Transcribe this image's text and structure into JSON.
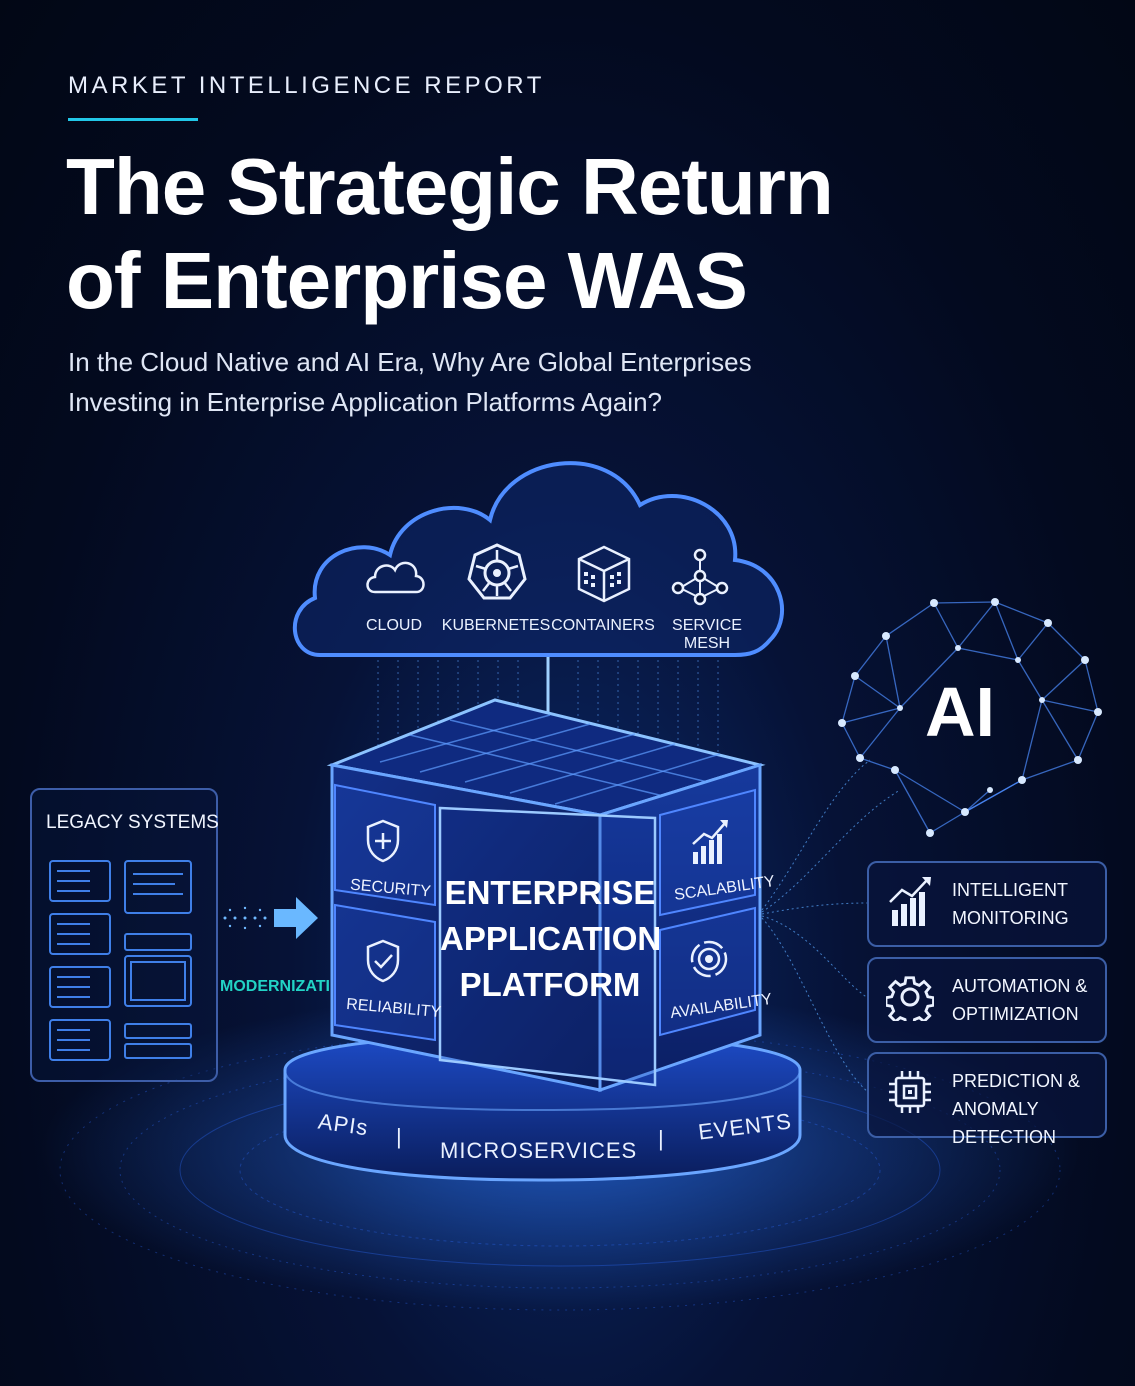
{
  "header": {
    "kicker": "MARKET INTELLIGENCE REPORT",
    "title_line1": "The Strategic Return",
    "title_line2": "of Enterprise WAS",
    "subtitle_line1": "In the Cloud Native and AI Era, Why Are Global Enterprises",
    "subtitle_line2": "Investing in Enterprise Application Platforms Again?"
  },
  "cloud": {
    "items": [
      {
        "label": "CLOUD",
        "icon": "cloud-icon"
      },
      {
        "label": "KUBERNETES",
        "icon": "kubernetes-icon"
      },
      {
        "label": "CONTAINERS",
        "icon": "containers-icon"
      },
      {
        "label": "SERVICE MESH",
        "icon": "service-mesh-icon"
      }
    ]
  },
  "legacy": {
    "title": "LEGACY SYSTEMS",
    "arrow_label": "MODERNIZATION"
  },
  "platform": {
    "title_line1": "ENTERPRISE",
    "title_line2": "APPLICATION",
    "title_line3": "PLATFORM",
    "features": [
      {
        "label": "SECURITY",
        "icon": "shield-plus-icon"
      },
      {
        "label": "RELIABILITY",
        "icon": "shield-check-icon"
      },
      {
        "label": "SCALABILITY",
        "icon": "growth-chart-icon"
      },
      {
        "label": "AVAILABILITY",
        "icon": "target-icon"
      }
    ],
    "base": [
      "APIs",
      "|",
      "MICROSERVICES",
      "|",
      "EVENTS"
    ]
  },
  "ai": {
    "label": "AI",
    "capabilities": [
      {
        "line1": "INTELLIGENT",
        "line2": "MONITORING",
        "icon": "monitoring-chart-icon"
      },
      {
        "line1": "AUTOMATION &",
        "line2": "OPTIMIZATION",
        "icon": "gear-icon"
      },
      {
        "line1": "PREDICTION &",
        "line2": "ANOMALY DETECTION",
        "icon": "chip-icon"
      }
    ]
  },
  "colors": {
    "accent_cyan": "#22c7e8",
    "glow_blue": "#2f7bff",
    "modernization_teal": "#22d3c5"
  }
}
